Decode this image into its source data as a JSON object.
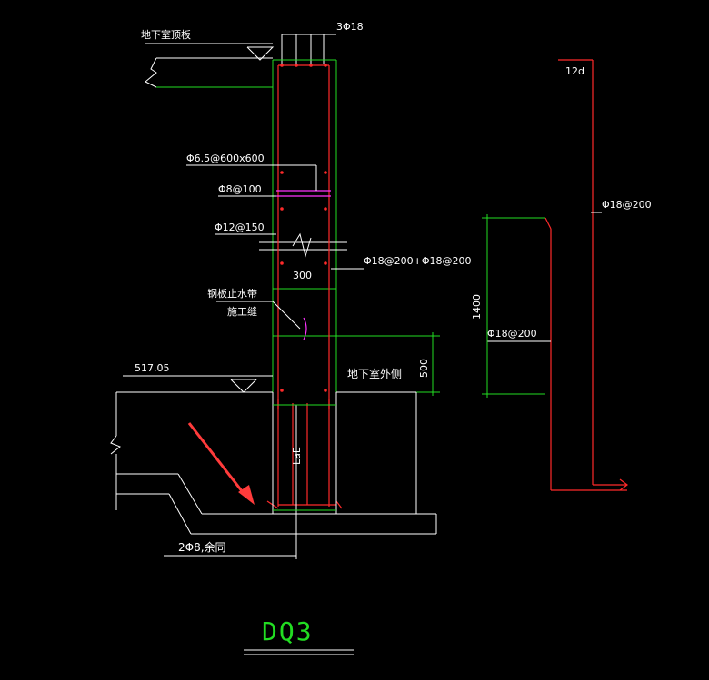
{
  "drawing": {
    "title": "DQ3",
    "labels": {
      "roof_slab": "地下室顶板",
      "top_bars": "3Φ18",
      "stirrup_tie": "Φ6.5@600x600",
      "horiz_bar": "Φ8@100",
      "dist_bar": "Φ12@150",
      "wall_thickness": "300",
      "vertical_bars": "Φ18@200+Φ18@200",
      "waterstop_line1": "钢板止水带",
      "waterstop_line2": "施工缝",
      "elevation": "517.05",
      "outer_side": "地下室外侧",
      "dim_500": "500",
      "anchor_length": "LaE",
      "bottom_note": "2Φ8,余同",
      "bar_detail_12d": "12d",
      "bar_detail_right": "Φ18@200",
      "bar_detail_left": "Φ18@200",
      "dim_1400": "1400"
    },
    "colors": {
      "background": "#000000",
      "line_white": "#ffffff",
      "line_green": "#22dd22",
      "line_red": "#ff2a2a",
      "line_magenta": "#ff33ff",
      "arrow": "#ff3b3b"
    }
  }
}
